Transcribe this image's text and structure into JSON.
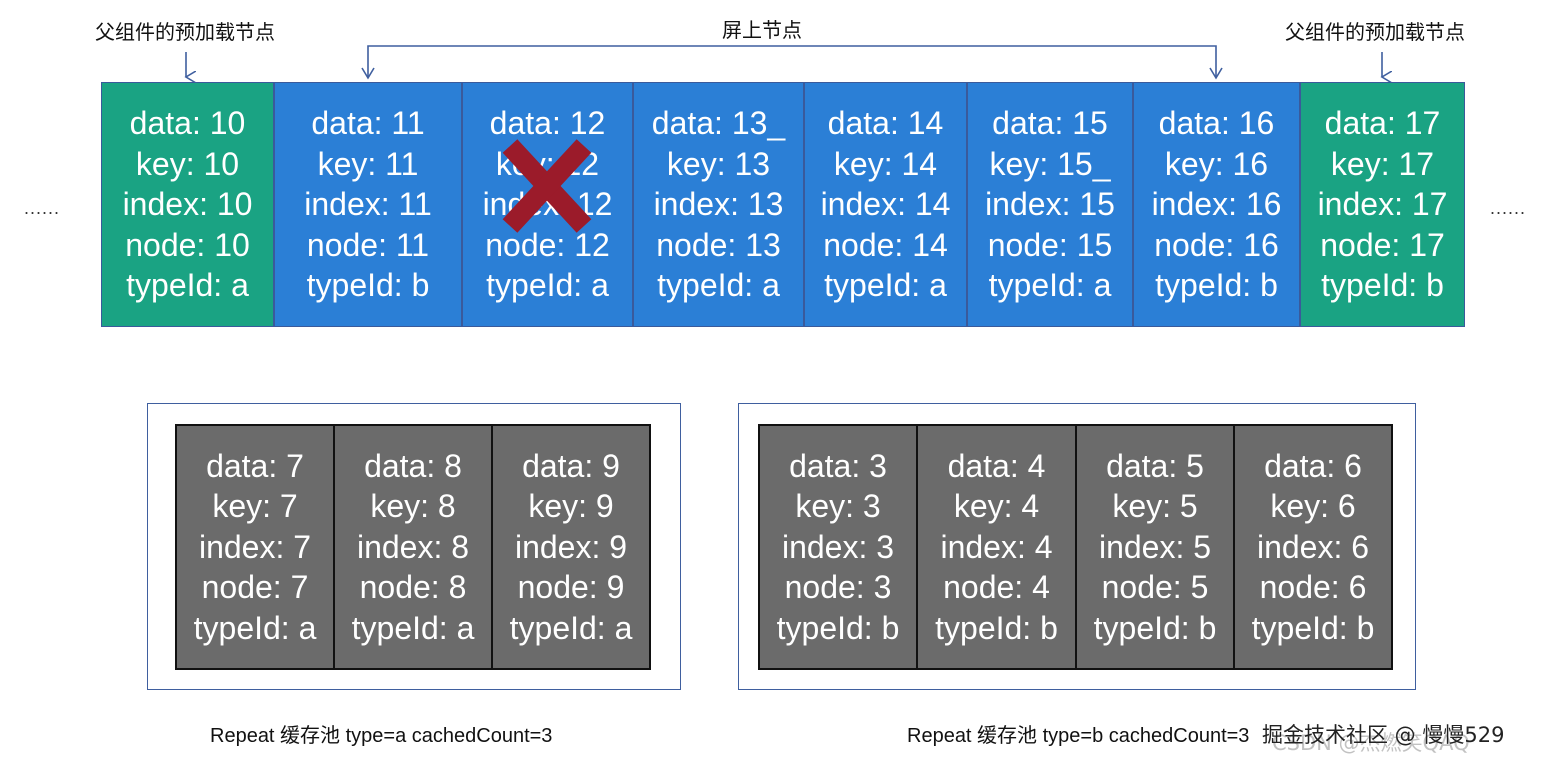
{
  "labels": {
    "preload_left": "父组件的预加载节点",
    "preload_right": "父组件的预加载节点",
    "onscreen": "屏上节点",
    "ellipsis_left": "......",
    "ellipsis_right": "......",
    "pool_a_caption": "Repeat 缓存池 type=a  cachedCount=3",
    "pool_b_caption": "Repeat 缓存池 type=b  cachedCount=3"
  },
  "watermark": {
    "text": "掘金技术社区 @ 慢慢529",
    "ghost": "CSDN @杰燃笑QAQ"
  },
  "colors": {
    "preload": "#1aa383",
    "onscreen": "#2b7fd6",
    "cached": "#6b6b6b",
    "arrow": "#3f5f9f",
    "cross": "#9b1b2a"
  },
  "main_row": [
    {
      "kind": "preload",
      "lines": [
        "data: 10",
        "key: 10",
        "index: 10",
        "node: 10",
        "typeId: a"
      ]
    },
    {
      "kind": "onscreen",
      "lines": [
        "data: 11",
        "key: 11",
        "index: 11",
        "node: 11",
        "typeId: b"
      ]
    },
    {
      "kind": "onscreen",
      "lines": [
        "data: 12",
        "key: 12",
        "index: 12",
        "node: 12",
        "typeId: a"
      ],
      "deleted": true
    },
    {
      "kind": "onscreen",
      "lines": [
        "data: 13_",
        "key: 13",
        "index: 13",
        "node: 13",
        "typeId: a"
      ]
    },
    {
      "kind": "onscreen",
      "lines": [
        "data: 14",
        "key: 14",
        "index: 14",
        "node: 14",
        "typeId: a"
      ]
    },
    {
      "kind": "onscreen",
      "lines": [
        "data: 15",
        "key: 15_",
        "index: 15",
        "node: 15",
        "typeId: a"
      ]
    },
    {
      "kind": "onscreen",
      "lines": [
        "data: 16",
        "key: 16",
        "index: 16",
        "node: 16",
        "typeId: b"
      ]
    },
    {
      "kind": "preload",
      "lines": [
        "data: 17",
        "key: 17",
        "index: 17",
        "node: 17",
        "typeId: b"
      ]
    }
  ],
  "pool_a": [
    {
      "lines": [
        "data: 7",
        "key: 7",
        "index: 7",
        "node: 7",
        "typeId: a"
      ]
    },
    {
      "lines": [
        "data: 8",
        "key: 8",
        "index: 8",
        "node: 8",
        "typeId: a"
      ]
    },
    {
      "lines": [
        "data: 9",
        "key: 9",
        "index: 9",
        "node: 9",
        "typeId: a"
      ]
    }
  ],
  "pool_b": [
    {
      "lines": [
        "data: 3",
        "key: 3",
        "index: 3",
        "node: 3",
        "typeId: b"
      ]
    },
    {
      "lines": [
        "data: 4",
        "key: 4",
        "index: 4",
        "node: 4",
        "typeId: b"
      ]
    },
    {
      "lines": [
        "data: 5",
        "key: 5",
        "index: 5",
        "node: 5",
        "typeId: b"
      ]
    },
    {
      "lines": [
        "data: 6",
        "key: 6",
        "index: 6",
        "node: 6",
        "typeId: b"
      ]
    }
  ]
}
